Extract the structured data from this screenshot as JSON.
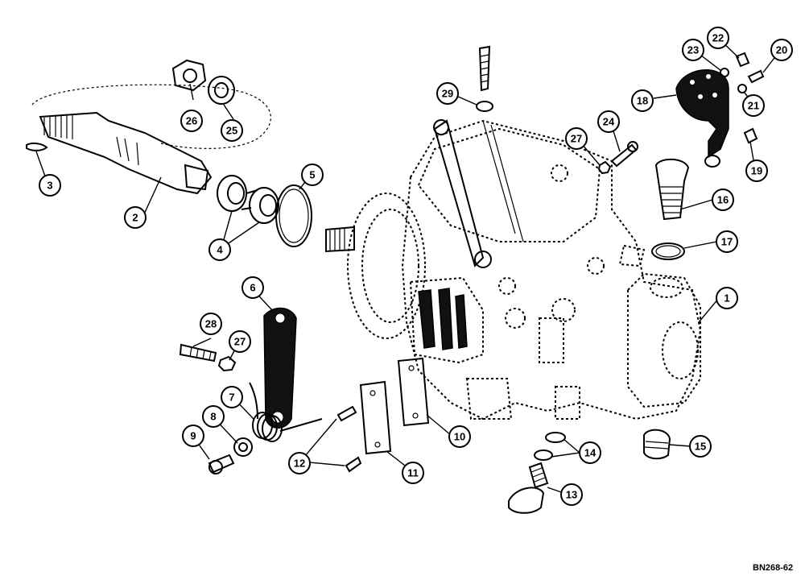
{
  "figure_code": "BN268-62",
  "callouts": {
    "c1": "1",
    "c2": "2",
    "c3": "3",
    "c4": "4",
    "c5": "5",
    "c6": "6",
    "c7": "7",
    "c8": "8",
    "c9": "9",
    "c10": "10",
    "c11": "11",
    "c12": "12",
    "c13": "13",
    "c14": "14",
    "c15": "15",
    "c16": "16",
    "c17": "17",
    "c18": "18",
    "c19": "19",
    "c20": "20",
    "c21": "21",
    "c22": "22",
    "c23": "23",
    "c24": "24",
    "c25": "25",
    "c26": "26",
    "c27a": "27",
    "c27b": "27",
    "c28": "28",
    "c29": "29"
  }
}
